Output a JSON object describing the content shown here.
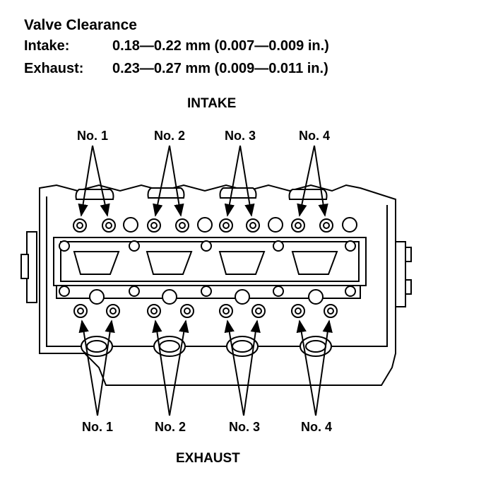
{
  "spec": {
    "title": "Valve Clearance",
    "intake_label": "Intake:",
    "intake_value": "0.18—0.22 mm (0.007—0.009 in.)",
    "exhaust_label": "Exhaust:",
    "exhaust_value": "0.23—0.27 mm (0.009—0.011 in.)"
  },
  "diagram": {
    "intake_heading": "INTAKE",
    "exhaust_heading": "EXHAUST",
    "intake_callouts": [
      "No. 1",
      "No. 2",
      "No. 3",
      "No. 4"
    ],
    "exhaust_callouts": [
      "No. 1",
      "No. 2",
      "No. 3",
      "No. 4"
    ]
  }
}
